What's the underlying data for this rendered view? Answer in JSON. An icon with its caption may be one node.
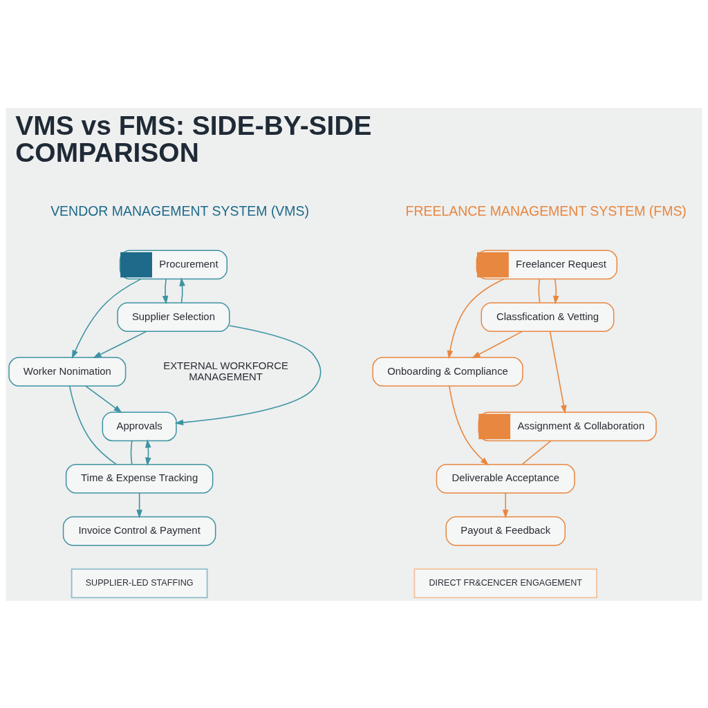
{
  "diagram": {
    "title": "VMS vs FMS: SIDE-BY-SIDE COMPARISON",
    "nodes": [
      {
        "text": [
          "Procurement"
        ]
      },
      {
        "text": [
          "Supplier Selection"
        ]
      },
      {
        "text": [
          "Worker Nonimation"
        ]
      },
      {
        "text": [
          "Approvals"
        ]
      },
      {
        "text": [
          "Time & Expense Tracking"
        ]
      },
      {
        "text": [
          "Invoice Control & Payment"
        ]
      },
      {
        "text": [
          "Freelancer Request"
        ]
      },
      {
        "text": [
          "Classfication & Vetting"
        ]
      },
      {
        "text": [
          "Onboarding & Compliance"
        ]
      },
      {
        "text": [
          "Assignment & Collaboration"
        ]
      },
      {
        "text": [
          "Deliverable Acceptance"
        ]
      },
      {
        "text": [
          "Payout & Feedback"
        ]
      },
      {
        "text": [
          "SUPPLIER-LED STAFFING"
        ]
      },
      {
        "text": [
          "DIRECT FR&CENCER ENGAGEMENT"
        ]
      }
    ],
    "edges": [
      {
        "from": 0,
        "to": 1,
        "arrow": "to"
      },
      {
        "from": 1,
        "to": 0,
        "arrow": "to"
      },
      {
        "from": 0,
        "to": 2,
        "arrow": "to"
      },
      {
        "from": 1,
        "to": 2,
        "arrow": "to"
      },
      {
        "from": 1,
        "to": 3,
        "arrow": "to"
      },
      {
        "from": 2,
        "to": 3,
        "arrow": "to"
      },
      {
        "from": 3,
        "to": 4,
        "arrow": "none"
      },
      {
        "from": 4,
        "to": 3,
        "arrow": "both"
      },
      {
        "from": 2,
        "to": 4,
        "arrow": "none"
      },
      {
        "from": 4,
        "to": 5,
        "arrow": "to"
      },
      {
        "from": 6,
        "to": 7,
        "arrow": "none",
        "color": "#e8873f"
      },
      {
        "from": 6,
        "to": 7,
        "arrow": "to",
        "color": "#e8873f"
      },
      {
        "from": 6,
        "to": 8,
        "arrow": "to",
        "color": "#e8873f"
      },
      {
        "from": 7,
        "to": 8,
        "arrow": "to",
        "color": "#e8873f"
      },
      {
        "from": 7,
        "to": 9,
        "arrow": "to",
        "color": "#e8873f"
      },
      {
        "from": 8,
        "to": 10,
        "arrow": "to",
        "color": "#e8873f"
      },
      {
        "from": 9,
        "to": 10,
        "arrow": "none",
        "color": "#e8873f"
      },
      {
        "from": 10,
        "to": 11,
        "arrow": "to",
        "color": "#e8873f"
      }
    ],
    "labels": [
      "VENDOR MANAGEMENT SYSTEM (VMS)",
      "FREELANCE MANAGEMENT SYSTEM (FMS)",
      "EXTERNAL WORKFORCE MANAGEMENT"
    ]
  }
}
